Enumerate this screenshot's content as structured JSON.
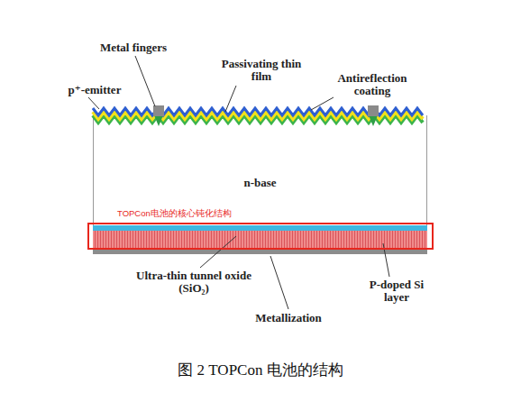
{
  "diagram": {
    "caption": "图 2 TOPCon 电池的结构",
    "nodes": [
      {
        "text": [
          "n-base"
        ]
      },
      {
        "text": [
          "TOPCon电池的核心钝化结构"
        ]
      }
    ],
    "labels": [
      "Metal fingers",
      "Passivating thin film",
      "Antireflection coating",
      "p⁺-emitter",
      "Ultra-thin tunnel oxide (SiO₂)",
      "P-doped Si layer",
      "Metallization"
    ]
  }
}
